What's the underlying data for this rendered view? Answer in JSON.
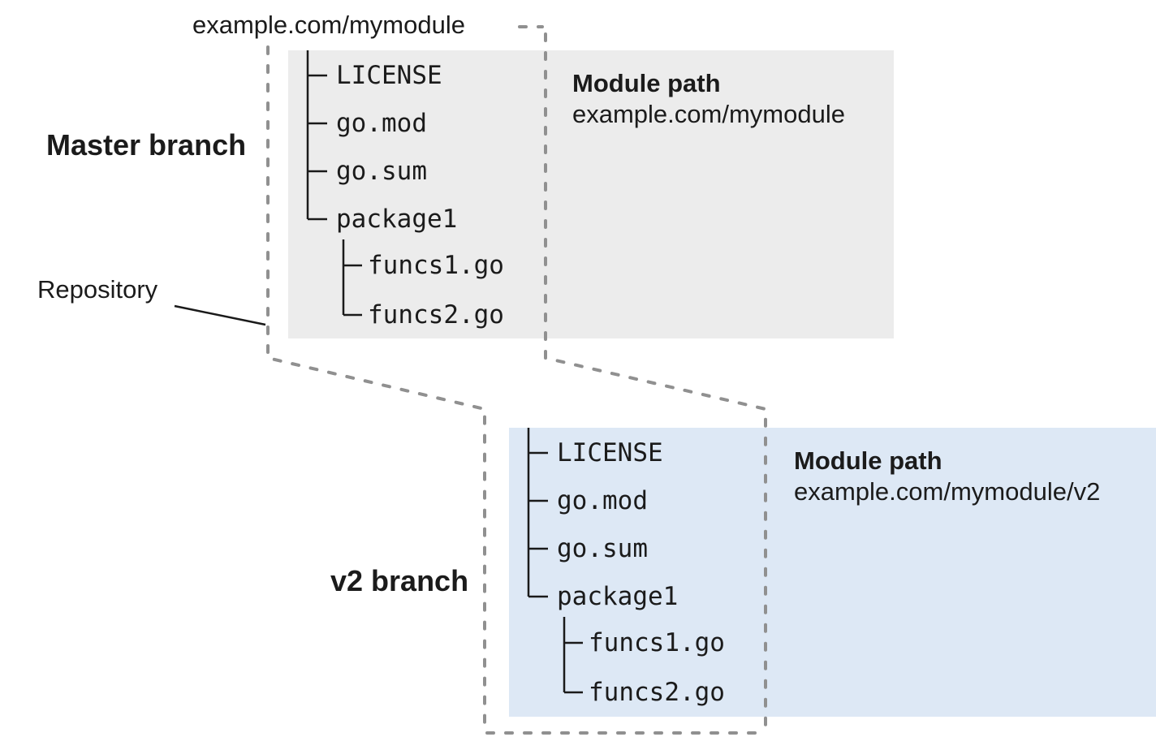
{
  "header": {
    "repo_url": "example.com/mymodule"
  },
  "labels": {
    "repository": "Repository",
    "master_branch": "Master branch",
    "v2_branch": "v2 branch"
  },
  "master": {
    "module_path_title": "Module path",
    "module_path": "example.com/mymodule",
    "files": [
      "LICENSE",
      "go.mod",
      "go.sum",
      "package1"
    ],
    "package_files": [
      "funcs1.go",
      "funcs2.go"
    ]
  },
  "v2": {
    "module_path_title": "Module path",
    "module_path": "example.com/mymodule/v2",
    "files": [
      "LICENSE",
      "go.mod",
      "go.sum",
      "package1"
    ],
    "package_files": [
      "funcs1.go",
      "funcs2.go"
    ]
  },
  "colors": {
    "master_box": "#ececec",
    "v2_box": "#dde8f5",
    "dash_line": "#909090",
    "tree_line": "#1a1a1a",
    "text": "#1b1b1b"
  }
}
